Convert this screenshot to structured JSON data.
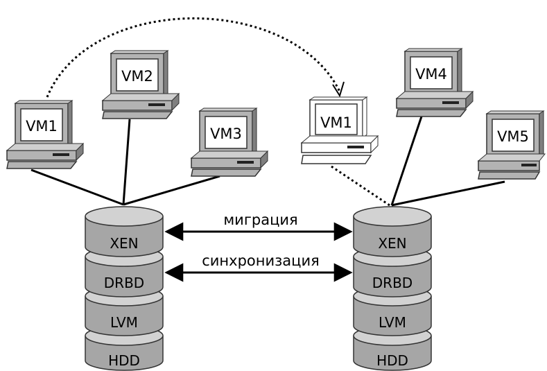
{
  "vms": {
    "vm1_source": "VM1",
    "vm2": "VM2",
    "vm3": "VM3",
    "vm1_migrated": "VM1",
    "vm4": "VM4",
    "vm5": "VM5"
  },
  "links": {
    "migration": "миграция",
    "synchronization": "синхронизация"
  },
  "stack_left": {
    "layers": [
      "XEN",
      "DRBD",
      "LVM",
      "HDD"
    ]
  },
  "stack_right": {
    "layers": [
      "XEN",
      "DRBD",
      "LVM",
      "HDD"
    ]
  },
  "colors": {
    "disk_fill": "#a6a6a6",
    "disk_top": "#d2d2d2",
    "computer_fill": "#b3b3b3",
    "computer_dark": "#7f7f7f",
    "ghost_fill": "#ffffff",
    "line": "#000000"
  }
}
